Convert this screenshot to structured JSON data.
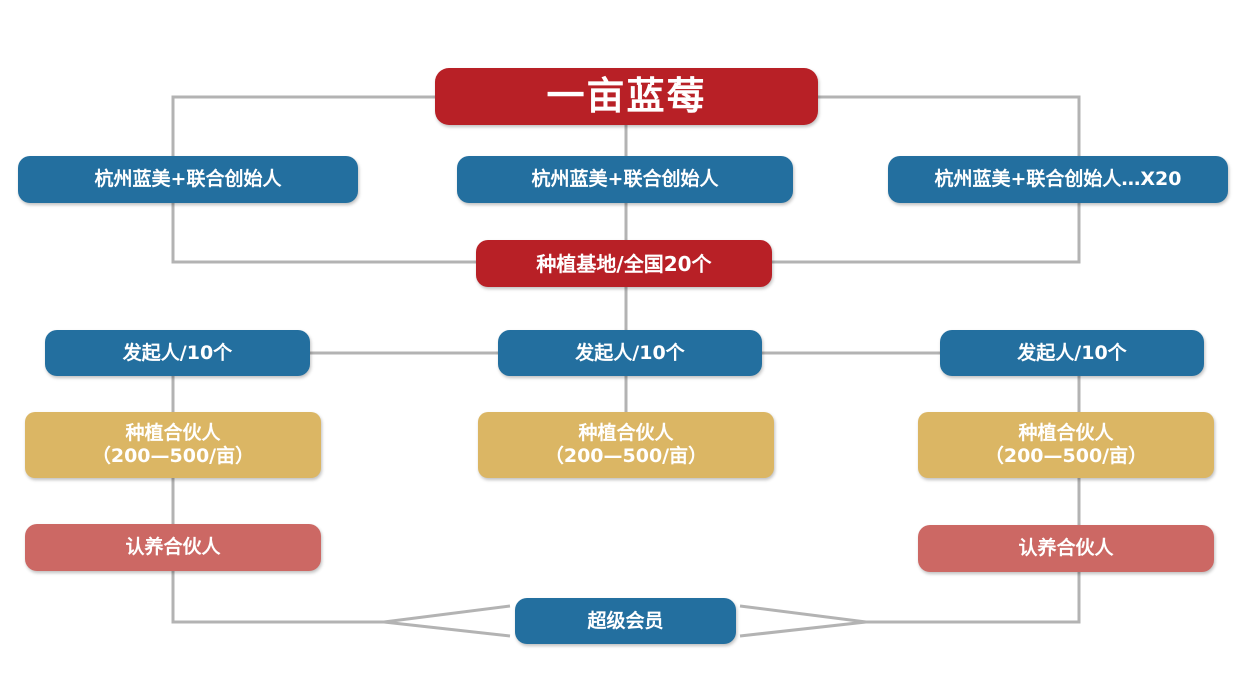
{
  "diagram": {
    "title": "一亩蓝莓",
    "founders": [
      {
        "label": "杭州蓝美+联合创始人"
      },
      {
        "label": "杭州蓝美+联合创始人"
      },
      {
        "label": "杭州蓝美+联合创始人…X20"
      }
    ],
    "base": "种植基地/全国20个",
    "initiators": [
      {
        "label": "发起人/10个"
      },
      {
        "label": "发起人/10个"
      },
      {
        "label": "发起人/10个"
      }
    ],
    "planting_partners": [
      {
        "line1": "种植合伙人",
        "line2": "（200—500/亩）"
      },
      {
        "line1": "种植合伙人",
        "line2": "（200—500/亩）"
      },
      {
        "line1": "种植合伙人",
        "line2": "（200—500/亩）"
      }
    ],
    "adoption_partners": [
      {
        "label": "认养合伙人"
      },
      {
        "label": "认养合伙人"
      }
    ],
    "member": "超级会员",
    "colors": {
      "blue": "#236f9f",
      "red": "#b82026",
      "gold": "#dbb664",
      "pink": "#cc6864",
      "connector": "#b3b3b3"
    }
  }
}
